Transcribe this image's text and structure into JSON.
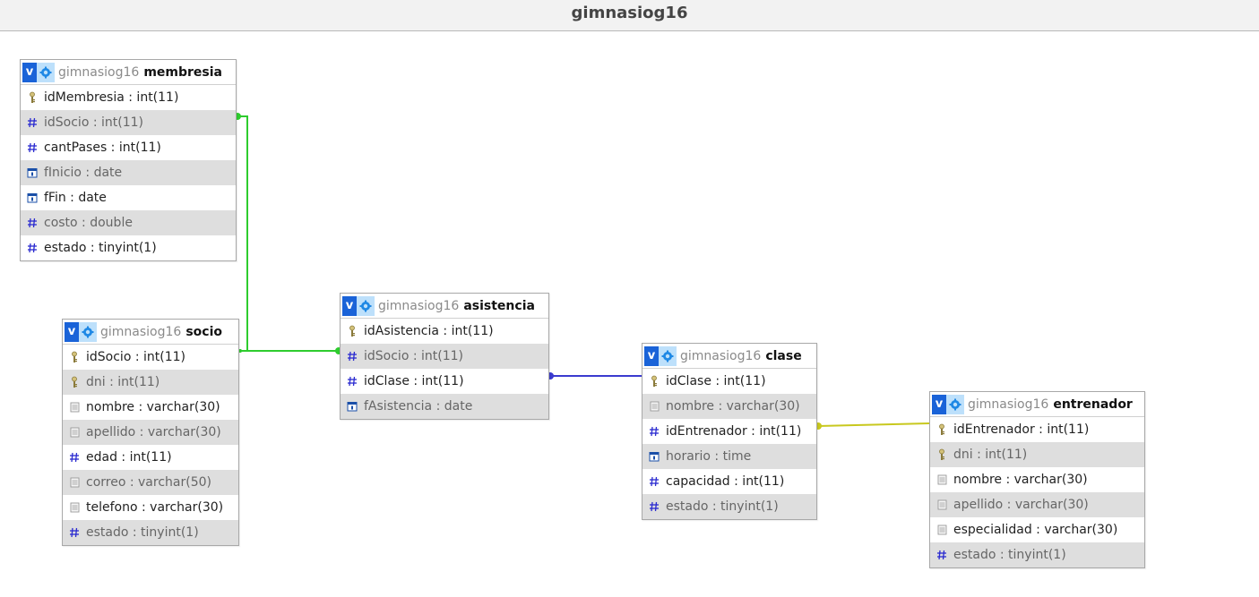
{
  "title": "gimnasiog16",
  "colors": {
    "link_membresia": "#2ecc2e",
    "link_asistencia": "#3b3bcf",
    "link_entrenador": "#c8c81e",
    "header_v": "#1a63d8",
    "gear_bg": "#bde0fb"
  },
  "tables": {
    "membresia": {
      "db": "gimnasiog16",
      "name": "membresia",
      "columns": [
        {
          "text": "idMembresia : int(11)",
          "icon": "primary-key-icon"
        },
        {
          "text": "idSocio : int(11)",
          "icon": "numeric-icon"
        },
        {
          "text": "cantPases : int(11)",
          "icon": "numeric-icon"
        },
        {
          "text": "fInicio : date",
          "icon": "date-icon"
        },
        {
          "text": "fFin : date",
          "icon": "date-icon"
        },
        {
          "text": "costo : double",
          "icon": "numeric-icon"
        },
        {
          "text": "estado : tinyint(1)",
          "icon": "numeric-icon"
        }
      ]
    },
    "socio": {
      "db": "gimnasiog16",
      "name": "socio",
      "columns": [
        {
          "text": "idSocio : int(11)",
          "icon": "primary-key-icon"
        },
        {
          "text": "dni : int(11)",
          "icon": "primary-key-icon"
        },
        {
          "text": "nombre : varchar(30)",
          "icon": "text-icon"
        },
        {
          "text": "apellido : varchar(30)",
          "icon": "text-icon"
        },
        {
          "text": "edad : int(11)",
          "icon": "numeric-icon"
        },
        {
          "text": "correo : varchar(50)",
          "icon": "text-icon"
        },
        {
          "text": "telefono : varchar(30)",
          "icon": "text-icon"
        },
        {
          "text": "estado : tinyint(1)",
          "icon": "numeric-icon"
        }
      ]
    },
    "asistencia": {
      "db": "gimnasiog16",
      "name": "asistencia",
      "columns": [
        {
          "text": "idAsistencia : int(11)",
          "icon": "primary-key-icon"
        },
        {
          "text": "idSocio : int(11)",
          "icon": "numeric-icon"
        },
        {
          "text": "idClase : int(11)",
          "icon": "numeric-icon"
        },
        {
          "text": "fAsistencia : date",
          "icon": "date-icon"
        }
      ]
    },
    "clase": {
      "db": "gimnasiog16",
      "name": "clase",
      "columns": [
        {
          "text": "idClase : int(11)",
          "icon": "primary-key-icon"
        },
        {
          "text": "nombre : varchar(30)",
          "icon": "text-icon"
        },
        {
          "text": "idEntrenador : int(11)",
          "icon": "numeric-icon"
        },
        {
          "text": "horario : time",
          "icon": "date-icon"
        },
        {
          "text": "capacidad : int(11)",
          "icon": "numeric-icon"
        },
        {
          "text": "estado : tinyint(1)",
          "icon": "numeric-icon"
        }
      ]
    },
    "entrenador": {
      "db": "gimnasiog16",
      "name": "entrenador",
      "columns": [
        {
          "text": "idEntrenador : int(11)",
          "icon": "primary-key-icon"
        },
        {
          "text": "dni : int(11)",
          "icon": "primary-key-icon"
        },
        {
          "text": "nombre : varchar(30)",
          "icon": "text-icon"
        },
        {
          "text": "apellido : varchar(30)",
          "icon": "text-icon"
        },
        {
          "text": "especialidad : varchar(30)",
          "icon": "text-icon"
        },
        {
          "text": "estado : tinyint(1)",
          "icon": "numeric-icon"
        }
      ]
    }
  }
}
